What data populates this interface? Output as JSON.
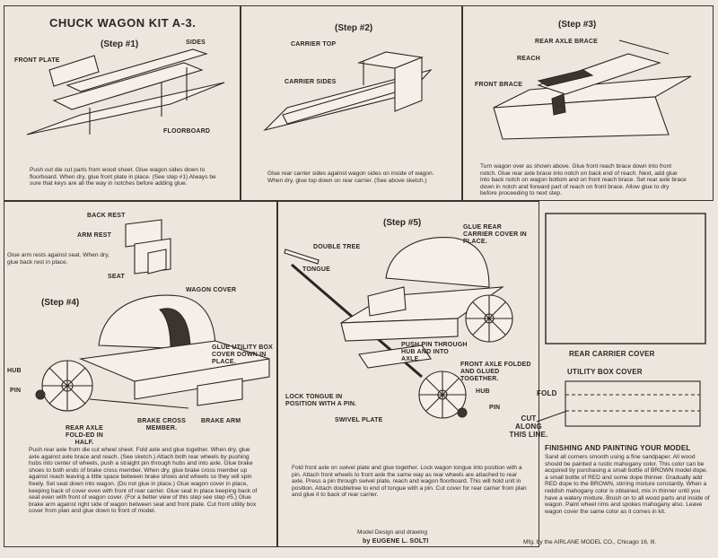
{
  "title": "CHUCK WAGON KIT A-3.",
  "steps": {
    "s1": {
      "heading": "(Step #1)",
      "labels": {
        "front_plate": "FRONT PLATE",
        "sides": "SIDES",
        "floorboard": "FLOORBOARD"
      },
      "text": "Push out die cut parts from wood sheet. Glue wagon sides down to floorboard. When dry, glue front plate in place. (See step #1) Always be sure that keys are all the way in notches before adding glue."
    },
    "s2": {
      "heading": "(Step #2)",
      "labels": {
        "carrier_top": "CARRIER TOP",
        "carrier_sides": "CARRIER SIDES"
      },
      "text": "Glue rear carrier sides against wagon sides on inside of wagon. When dry, glue top down on rear carrier. (See above sketch.)"
    },
    "s3": {
      "heading": "(Step #3)",
      "labels": {
        "rear_axle_brace": "REAR AXLE BRACE",
        "reach": "REACH",
        "front_brace": "FRONT BRACE"
      },
      "text": "Turn wagon over as shown above. Glue front reach brace down into front notch. Glue rear axle brace into notch on back end of reach. Next, add glue into back notch on wagon bottom and on front reach brace. Set rear axle brace down in notch and forward part of reach on front brace. Allow glue to dry before proceeding to next step."
    },
    "s4": {
      "heading": "(Step #4)",
      "labels": {
        "back_rest": "BACK REST",
        "arm_rest": "ARM REST",
        "seat": "SEAT",
        "wagon_cover": "WAGON COVER",
        "glue_box": "GLUE UTILITY BOX COVER DOWN IN PLACE.",
        "hub": "HUB",
        "pin": "PIN",
        "rear_axle": "REAR AXLE FOLD-ED IN HALF.",
        "brake_cross": "BRAKE CROSS MEMBER.",
        "brake_arm": "BRAKE ARM"
      },
      "seat_text": "Glue arm rests against seat. When dry, glue back rest in place.",
      "text": "Push rear axle from die cut wheel sheet. Fold axle and glue together. When dry, glue axle against axle brace and reach. (See sketch.) Attach both rear wheels by pushing hubs into center of wheels, push a straight pin through hubs and into axle. Glue brake shoes to both ends of brake cross member. When dry, glue brake cross member up against reach leaving a little space between brake shoes and wheels so they will spin freely. Set seat down into wagon. (Do not glue in place.) Glue wagon cover in place, keeping back of cover even with front of rear carrier. Glue seat in place keeping back of seat even with front of wagon cover. (For a better view of this step see step #5.) Glue brake arm against right side of wagon between seat and front plate. Cut front utility box cover from plan and glue down to front of model."
    },
    "s5": {
      "heading": "(Step #5)",
      "labels": {
        "double_tree": "DOUBLE TREE",
        "tongue": "TONGUE",
        "glue_rear": "GLUE REAR CARRIER COVER IN PLACE.",
        "push_pin": "PUSH PIN THROUGH HUB AND INTO AXLE.",
        "front_axle": "FRONT AXLE FOLDED AND GLUED TOGETHER.",
        "hub": "HUB",
        "pin": "PIN",
        "lock_tongue": "LOCK TONGUE IN POSITION WITH A PIN.",
        "swivel": "SWIVEL PLATE"
      },
      "text": "Fold front axle on swivel plate and glue together. Lock wagon tongue into position with a pin. Attach front wheels to front axle the same way as rear wheels are attached to rear axle. Press a pin through swivel plate, reach and wagon floorboard. This will hold unit in position. Attach doubletree to end of tongue with a pin. Cut cover for rear carrier from plan and glue it to back of rear carrier."
    }
  },
  "plan": {
    "rear_cover": "REAR CARRIER COVER",
    "utility_cover": "UTILITY BOX COVER",
    "fold": "FOLD",
    "cut_along": "CUT ALONG THIS LINE."
  },
  "finishing": {
    "heading": "FINISHING AND PAINTING YOUR MODEL",
    "text": "Sand all corners smooth using a fine sandpaper. All wood should be painted a rustic mahogany color. This color can be acquired by purchasing a small bottle of BROWN model dope, a small bottle of RED and some dope thinner. Gradually add RED dope to the BROWN, stirring mixture constantly. When a reddish mahogany color is obtained, mix in thinner until you have a watery mixture. Brush on to all wood parts and inside of wagon. Paint wheel rims and spokes mahogany also. Leave wagon cover the same color as it comes in kit."
  },
  "credits": {
    "design": "Model Design and drawing",
    "author": "by EUGENE L. SOLTI",
    "mfg": "Mfg. by the AIRLANE MODEL CO., Chicago 16, Ill."
  }
}
